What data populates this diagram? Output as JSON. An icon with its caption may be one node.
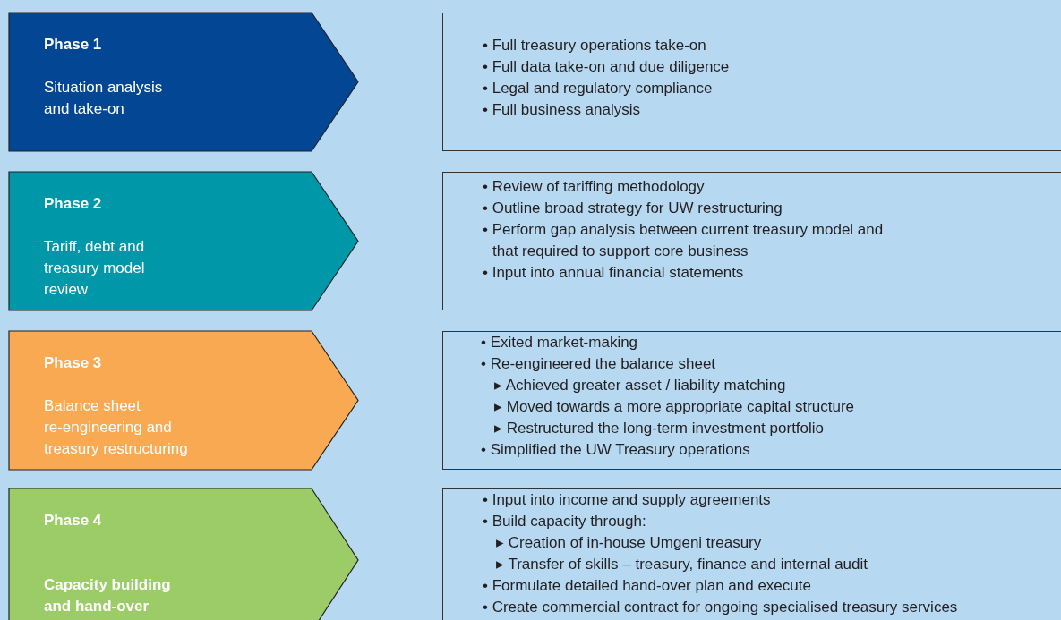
{
  "diagram": {
    "nodes": [
      {
        "text": [
          "Phase 1",
          "Situation analysis and take-on"
        ]
      },
      {
        "text": [
          "• Full treasury operations take-on",
          "• Full data take-on and due diligence",
          "• Legal and regulatory compliance",
          "• Full business analysis"
        ]
      },
      {
        "text": [
          "Phase 2",
          "Tariff, debt and treasury model review"
        ]
      },
      {
        "text": [
          "• Review of tariffing methodology",
          "• Outline broad strategy for UW restructuring",
          "• Perform gap analysis between current treasury model and that required to support core business",
          "• Input into annual financial statements"
        ]
      },
      {
        "text": [
          "Phase 3",
          "Balance sheet re-engineering and treasury restructuring"
        ]
      },
      {
        "text": [
          "• Exited market-making",
          "• Re-engineered the balance sheet",
          "▸ Achieved greater asset / liability matching",
          "▸ Moved towards a more appropriate capital structure",
          "▸ Restructured the long-term investment portfolio",
          "• Simplified the UW Treasury operations"
        ]
      },
      {
        "text": [
          "Phase 4",
          "Capacity building and hand-over"
        ]
      },
      {
        "text": [
          "• Input into income and supply agreements",
          "• Build capacity through:",
          "▸ Creation of in-house Umgeni treasury",
          "▸ Transfer of skills – treasury, finance and internal audit",
          "• Formulate detailed hand-over plan and execute",
          "• Create commercial contract for ongoing specialised treasury services"
        ]
      }
    ]
  }
}
